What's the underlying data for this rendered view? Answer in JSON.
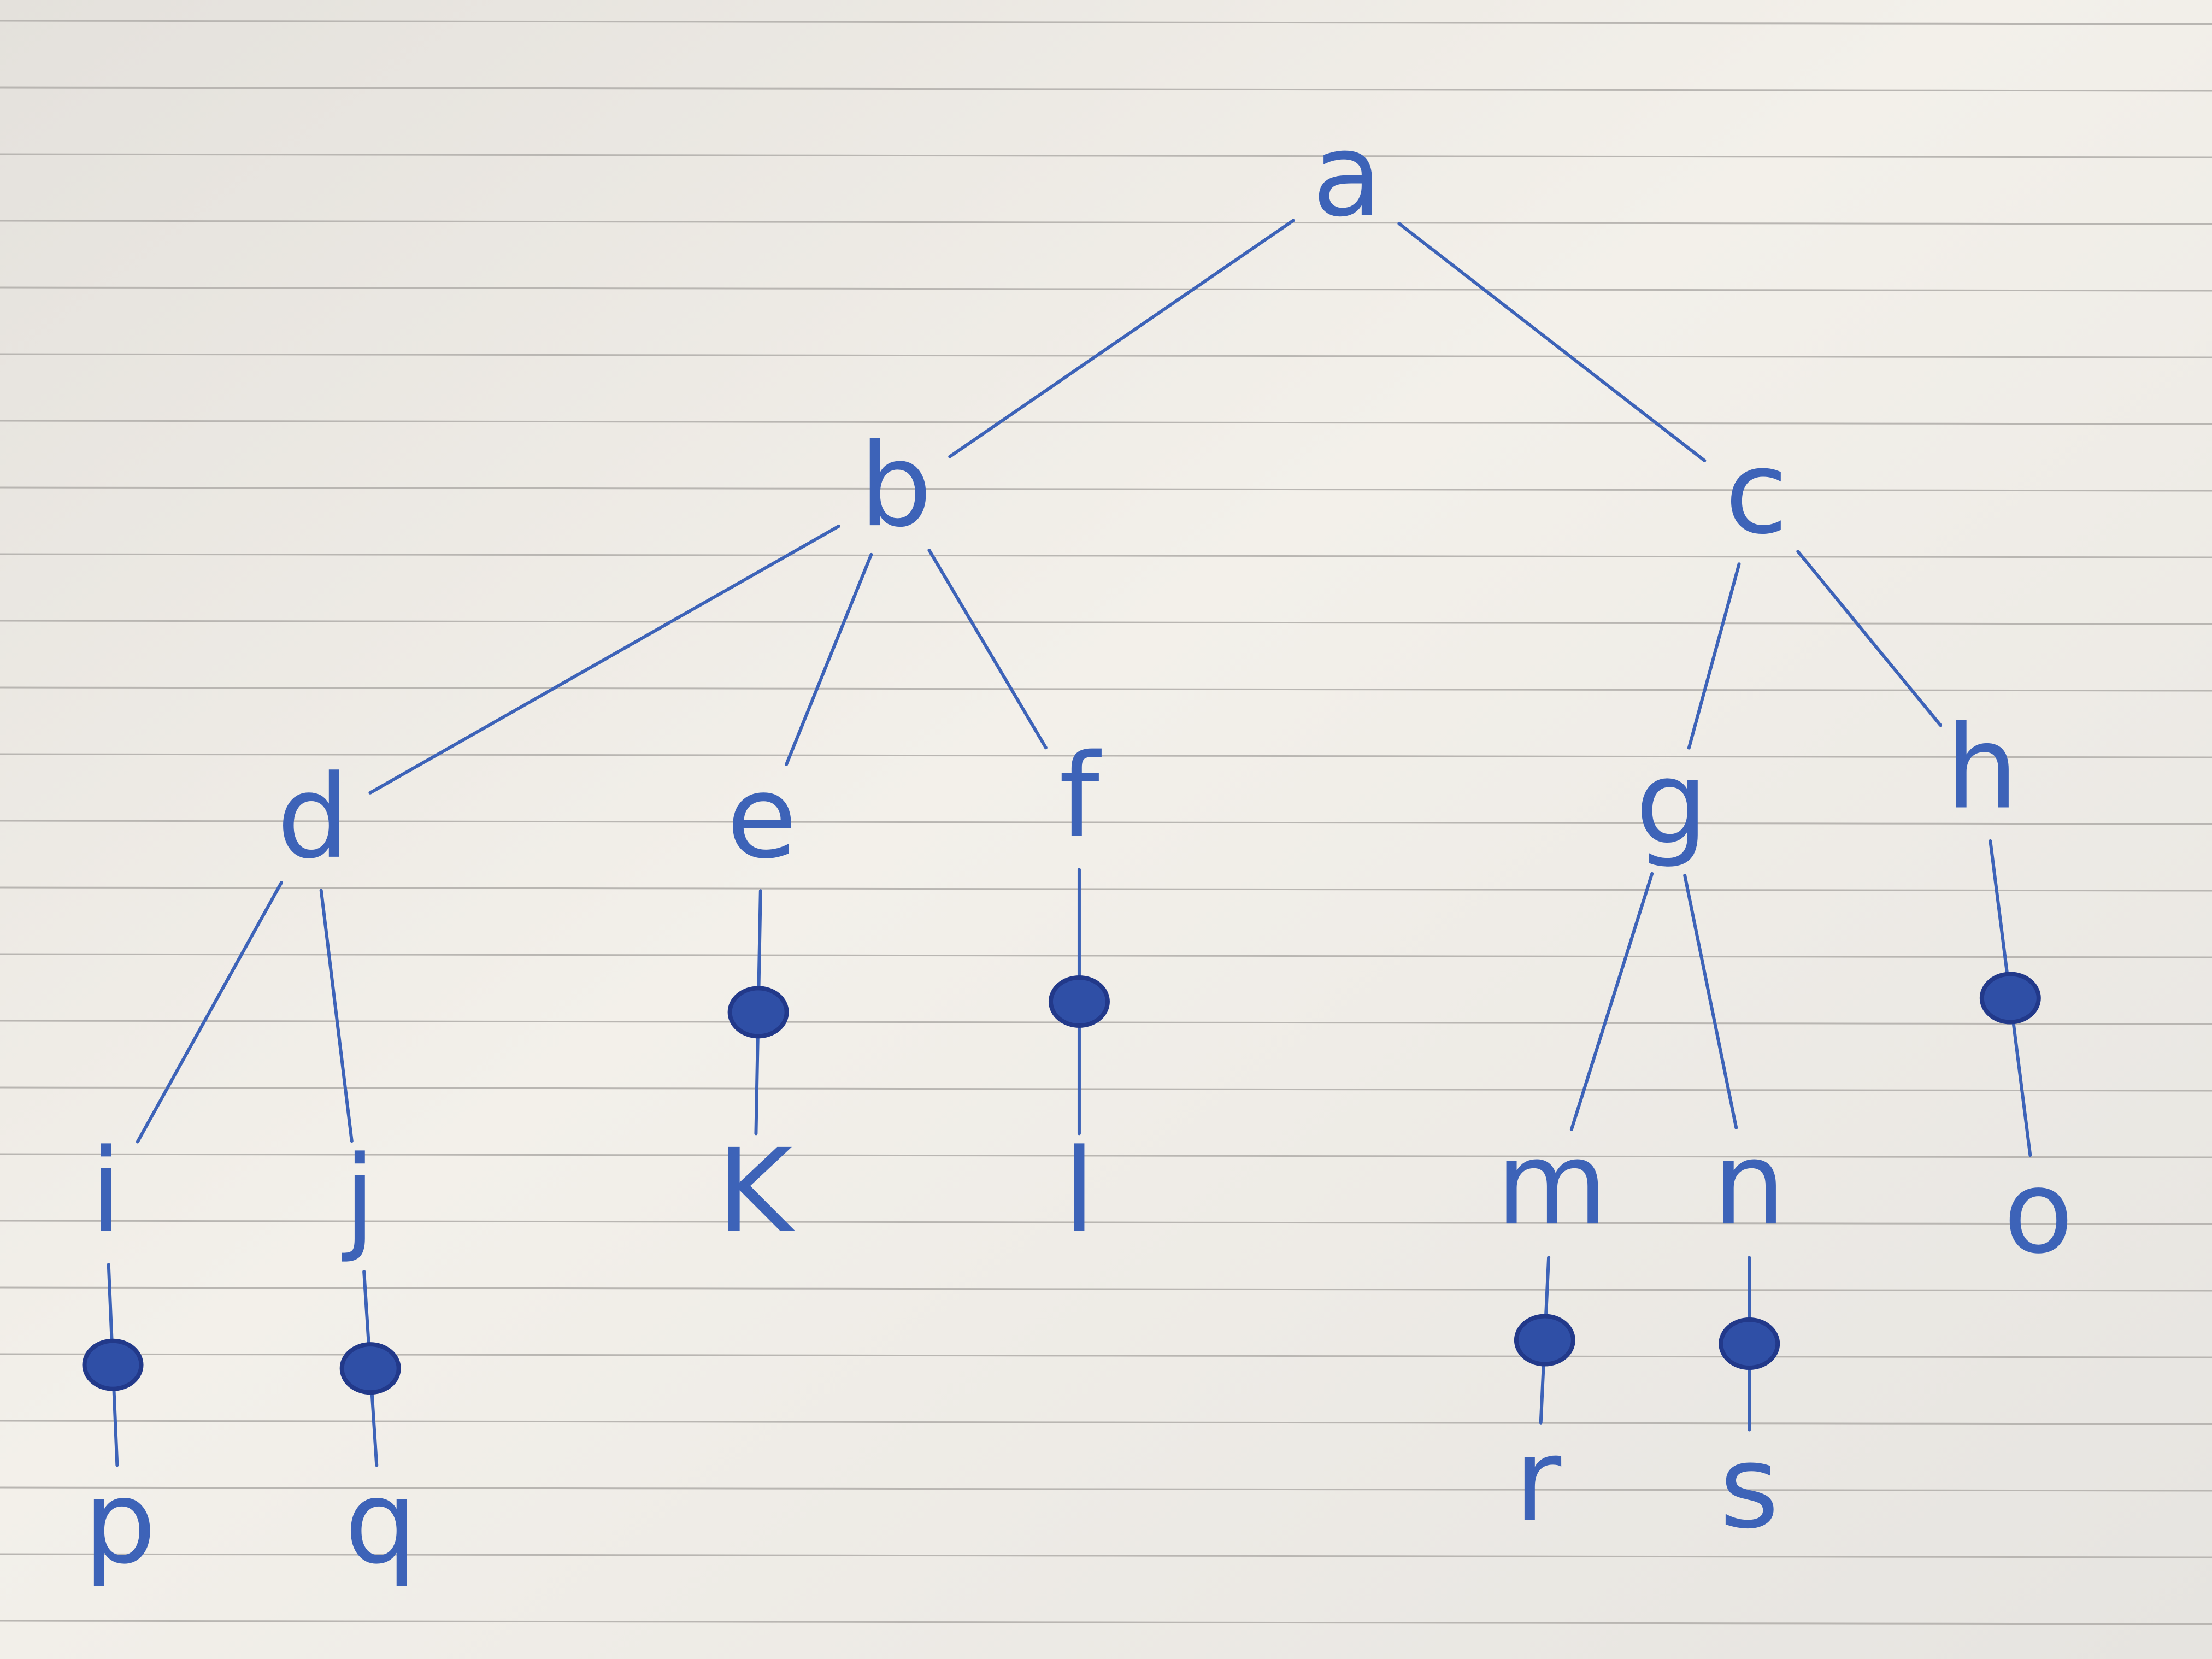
{
  "diagram": {
    "nodes": [
      {
        "id": "a",
        "label": "a"
      },
      {
        "id": "b",
        "label": "b"
      },
      {
        "id": "c",
        "label": "c"
      },
      {
        "id": "d",
        "label": "d"
      },
      {
        "id": "e",
        "label": "e"
      },
      {
        "id": "f",
        "label": "f"
      },
      {
        "id": "g",
        "label": "g"
      },
      {
        "id": "h",
        "label": "h"
      },
      {
        "id": "i",
        "label": "i"
      },
      {
        "id": "j",
        "label": "j"
      },
      {
        "id": "k",
        "label": "K"
      },
      {
        "id": "l",
        "label": "l"
      },
      {
        "id": "m",
        "label": "m"
      },
      {
        "id": "n",
        "label": "n"
      },
      {
        "id": "o",
        "label": "o"
      },
      {
        "id": "p",
        "label": "p"
      },
      {
        "id": "q",
        "label": "q"
      },
      {
        "id": "r",
        "label": "r"
      },
      {
        "id": "s",
        "label": "s"
      }
    ],
    "edges": [
      {
        "from": "a",
        "to": "b"
      },
      {
        "from": "a",
        "to": "c"
      },
      {
        "from": "b",
        "to": "d"
      },
      {
        "from": "b",
        "to": "e"
      },
      {
        "from": "b",
        "to": "f"
      },
      {
        "from": "c",
        "to": "g"
      },
      {
        "from": "c",
        "to": "h"
      },
      {
        "from": "d",
        "to": "i"
      },
      {
        "from": "d",
        "to": "j"
      },
      {
        "from": "e",
        "to": "k"
      },
      {
        "from": "f",
        "to": "l"
      },
      {
        "from": "g",
        "to": "m"
      },
      {
        "from": "g",
        "to": "n"
      },
      {
        "from": "h",
        "to": "o"
      },
      {
        "from": "i",
        "to": "p"
      },
      {
        "from": "j",
        "to": "q"
      },
      {
        "from": "m",
        "to": "r"
      },
      {
        "from": "n",
        "to": "s"
      }
    ],
    "scribbled_edges": [
      "e-k",
      "f-l",
      "h-o",
      "i-p",
      "j-q",
      "m-r",
      "n-s"
    ]
  }
}
